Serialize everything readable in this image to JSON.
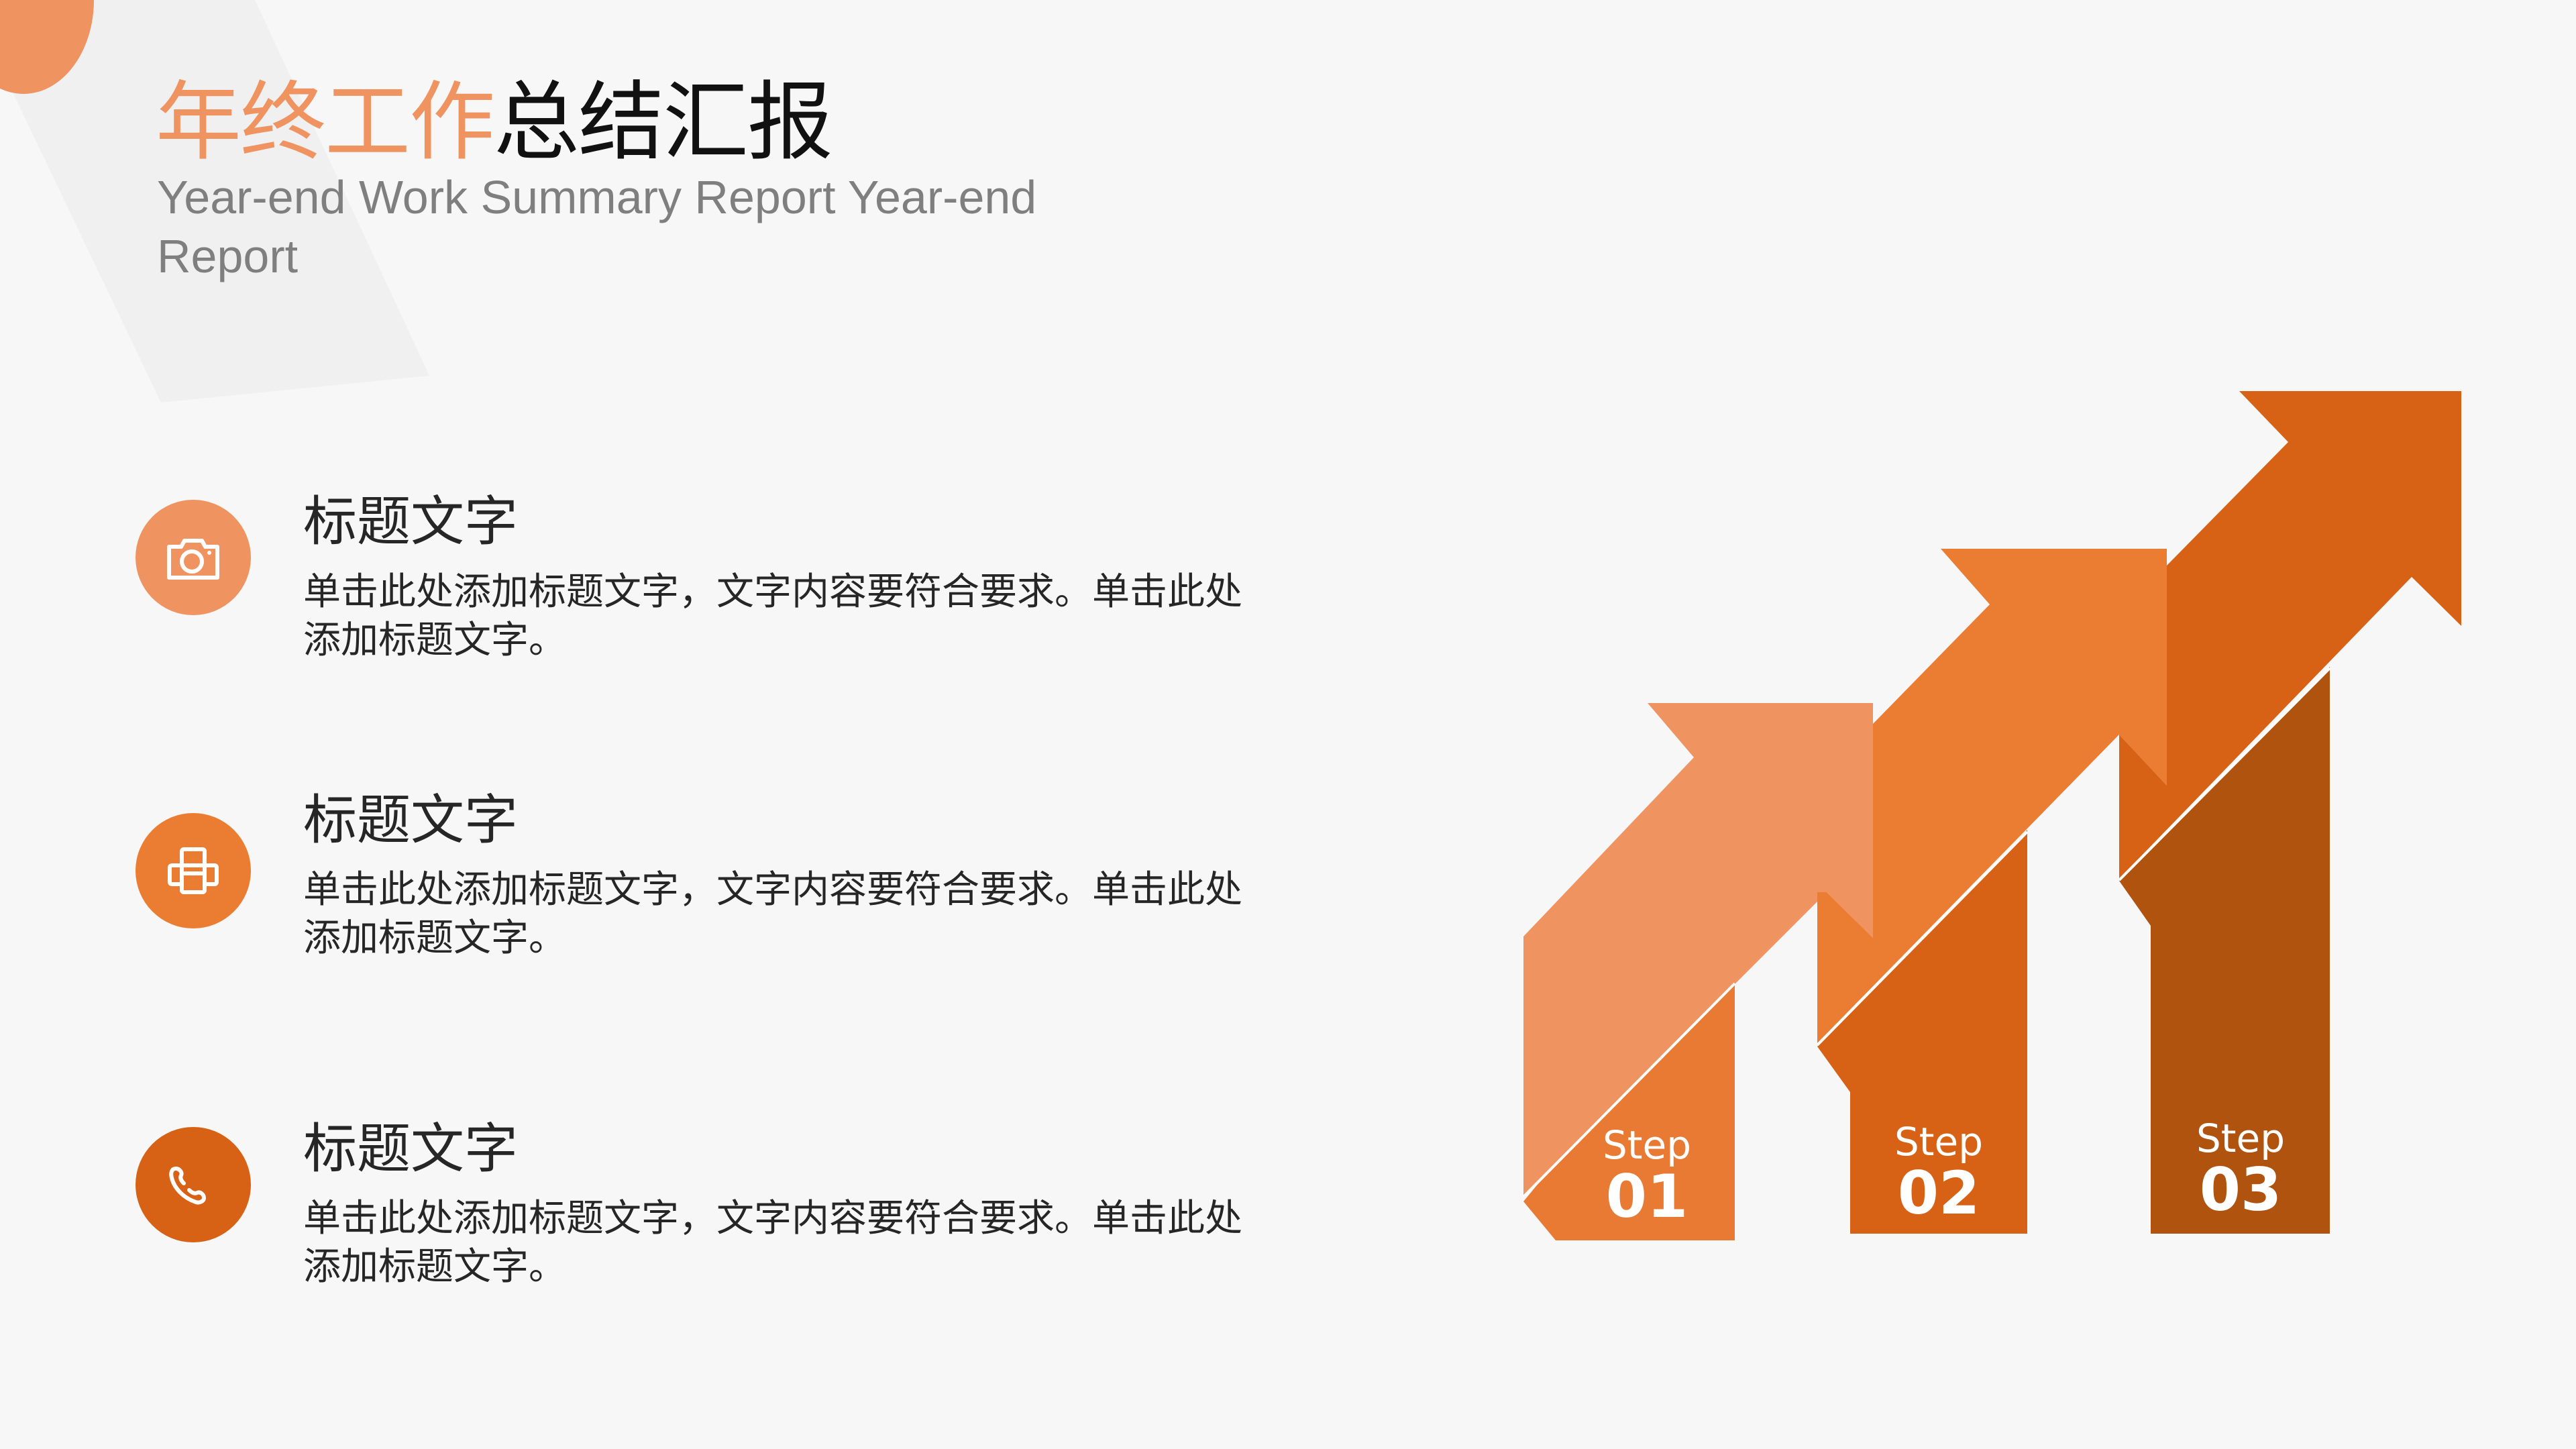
{
  "header": {
    "title_accent": "年终工作",
    "title_rest": "总结汇报",
    "subtitle": "Year-end Work Summary Report Year-end Report"
  },
  "items": [
    {
      "icon": "camera-icon",
      "heading": "标题文字",
      "body": "单击此处添加标题文字，文字内容要符合要求。单击此处添加标题文字。",
      "color": "#EF9460"
    },
    {
      "icon": "printer-icon",
      "heading": "标题文字",
      "body": "单击此处添加标题文字，文字内容要符合要求。单击此处添加标题文字。",
      "color": "#EB7D33"
    },
    {
      "icon": "phone-icon",
      "heading": "标题文字",
      "body": "单击此处添加标题文字，文字内容要符合要求。单击此处添加标题文字。",
      "color": "#D76215"
    }
  ],
  "steps": [
    {
      "word": "Step",
      "number": "01",
      "arrow_color": "#EF9460",
      "bar_color": "#E97A34"
    },
    {
      "word": "Step",
      "number": "02",
      "arrow_color": "#EB7D33",
      "bar_color": "#D76215"
    },
    {
      "word": "Step",
      "number": "03",
      "arrow_color": "#D76215",
      "bar_color": "#B0530F"
    }
  ],
  "colors": {
    "background": "#f7f7f7",
    "accent": "#EF9460",
    "subtitle_gray": "#7f7f7f",
    "text_dark": "#262626"
  }
}
